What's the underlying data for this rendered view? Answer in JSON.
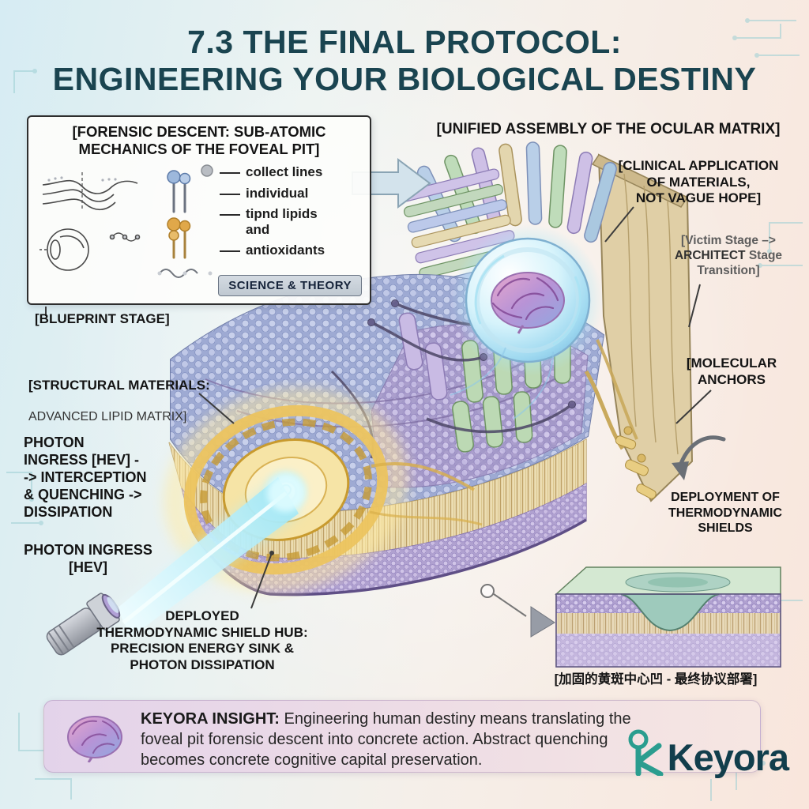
{
  "title": {
    "line1": "7.3 THE FINAL PROTOCOL:",
    "line2": "ENGINEERING YOUR BIOLOGICAL DESTINY"
  },
  "forensic_box": {
    "title": "[FORENSIC DESCENT: SUB-ATOMIC\nMECHANICS OF THE FOVEAL PIT]",
    "legend": [
      "collect lines",
      "individual",
      "tipnd lipids\nand",
      "antioxidants"
    ],
    "badge": "SCIENCE & THEORY",
    "stage_label": "[BLUEPRINT STAGE]"
  },
  "labels": {
    "unified": "[UNIFIED ASSEMBLY OF THE OCULAR MATRIX]",
    "clinical": "[CLINICAL APPLICATION\nOF MATERIALS,\nNOT VAGUE HOPE]",
    "victim_pre": "[Victim Stage –>\n",
    "victim_bold": "ARCHITECT",
    "victim_post": " Stage\nTransition]",
    "structural_bold": "[STRUCTURAL MATERIALS:",
    "structural_rest": "ADVANCED LIPID MATRIX]",
    "photon_path": "PHOTON\nINGRESS [HEV] -\n-> INTERCEPTION\n& QUENCHING ->\nDISSIPATION",
    "photon_ingress": "PHOTON INGRESS\n[HEV]",
    "shield_hub": "DEPLOYED\nTHERMODYNAMIC SHIELD HUB:\nPRECISION ENERGY SINK &\nPHOTON DISSIPATION",
    "molecular_anchors": "[MOLECULAR\nANCHORS",
    "deployment": "DEPLOYMENT OF\nTHERMODYNAMIC\nSHIELDS",
    "chinese_caption": "[加固的黄斑中心凹 - 最终协议部署]"
  },
  "insight": {
    "lead": "KEYORA INSIGHT:",
    "body": " Engineering human destiny means translating the foveal pit forensic descent into concrete action. Abstract quenching becomes concrete cognitive capital preservation."
  },
  "brand": {
    "wordmark": "Keyora"
  },
  "colors": {
    "title": "#1a4450",
    "accent_teal": "#2a9d8f",
    "gold_hub": "#ecc45f",
    "beam_cyan": "#aeeefc",
    "membrane_lavender": "#c7d0ec",
    "wall_tan": "#e0cfa6",
    "insight_bar": "#e3d3ea"
  }
}
